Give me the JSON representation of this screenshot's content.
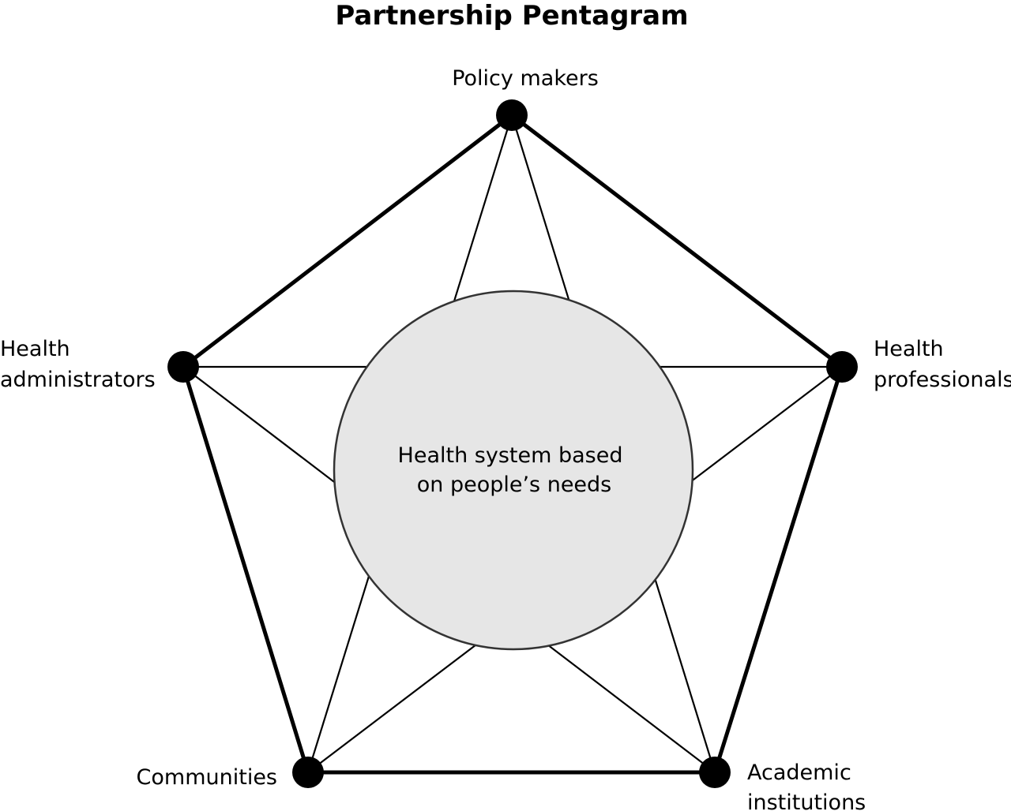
{
  "title": "Partnership Pentagram",
  "center": {
    "line1": "Health system based",
    "line2": "on people’s needs"
  },
  "nodes": {
    "top": {
      "lines": [
        "Policy makers"
      ]
    },
    "right": {
      "lines": [
        "Health",
        "professionals"
      ]
    },
    "bottom_right": {
      "lines": [
        "Academic",
        "institutions"
      ]
    },
    "bottom_left": {
      "lines": [
        "Communities"
      ]
    },
    "left": {
      "lines": [
        "Health",
        "administrators"
      ]
    }
  },
  "colors": {
    "line": "#000000",
    "circle_fill": "#e6e6e6",
    "circle_stroke": "#333333",
    "node_fill": "#000000"
  }
}
